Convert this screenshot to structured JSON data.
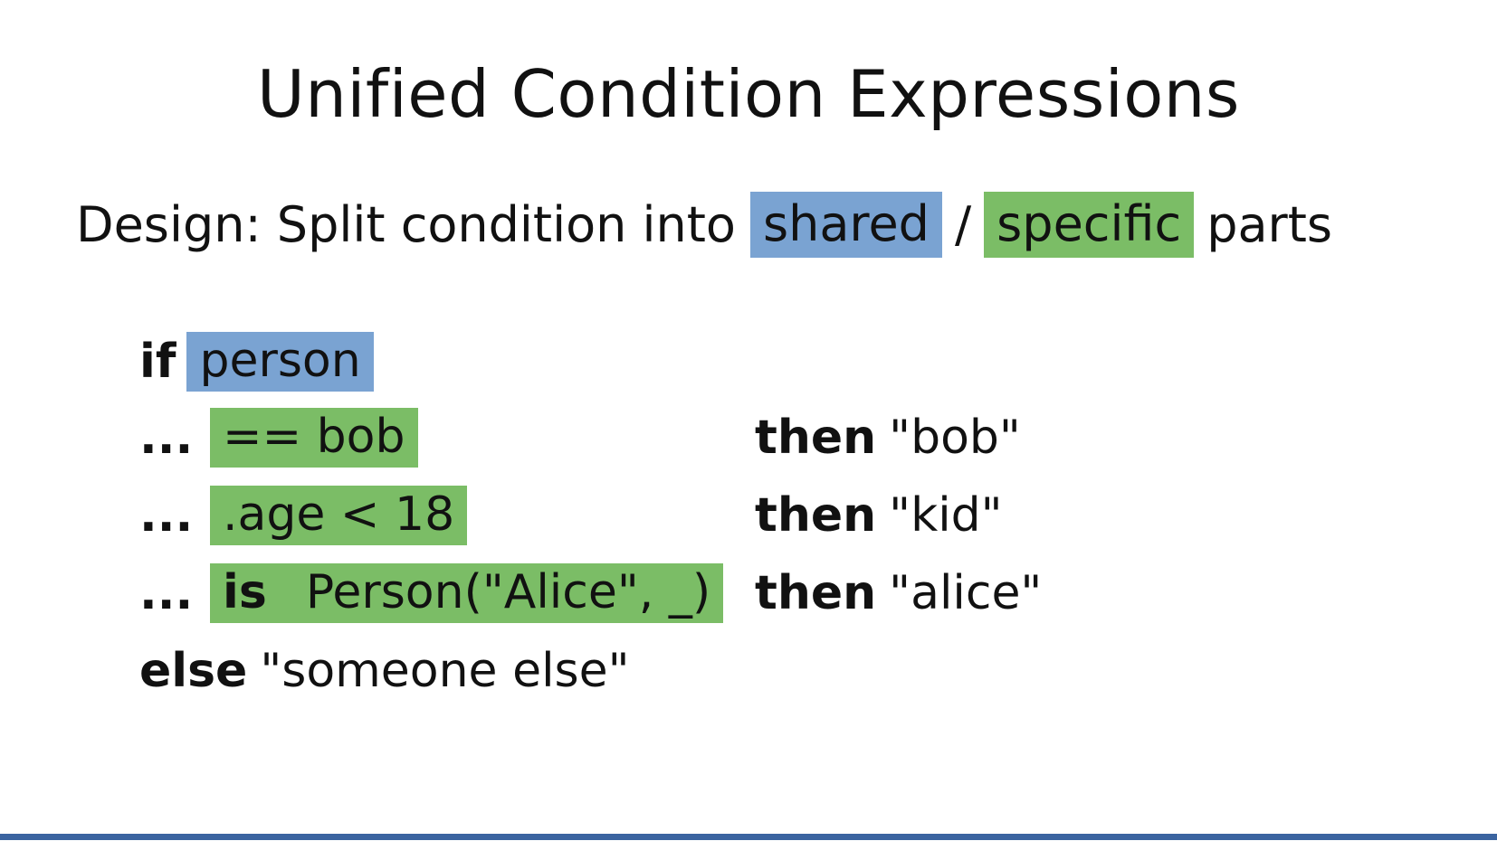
{
  "slide": {
    "title": "Unified Condition Expressions",
    "design": {
      "prefix": "Design: Split condition into",
      "shared": "shared",
      "separator": "/",
      "specific": "specific",
      "suffix": "parts"
    },
    "code": {
      "if_kw": "if",
      "scrutinee": "person",
      "dots": "...",
      "branches": [
        {
          "is_kw": "",
          "condition": "== bob",
          "then_kw": "then",
          "result": "\"bob\""
        },
        {
          "is_kw": "",
          "condition": ".age < 18",
          "then_kw": "then",
          "result": "\"kid\""
        },
        {
          "is_kw": "is",
          "condition": "Person(\"Alice\", _)",
          "then_kw": "then",
          "result": "\"alice\""
        }
      ],
      "else_kw": "else",
      "else_result": "\"someone else\""
    },
    "colors": {
      "shared_highlight": "#7aa3d2",
      "specific_highlight": "#7bbd66",
      "bottom_bar": "#3b64a0"
    }
  }
}
